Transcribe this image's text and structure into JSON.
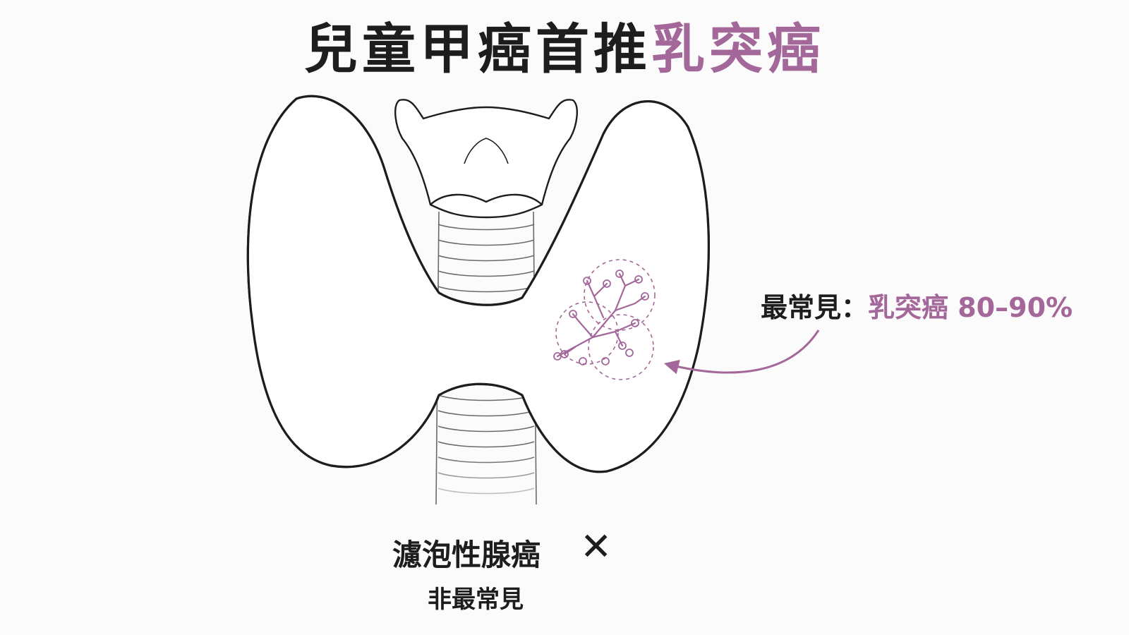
{
  "title": {
    "main": "兒童甲癌首推",
    "accent": "乳突癌"
  },
  "callout": {
    "label": "最常見：",
    "value": "乳突癌 80–90%"
  },
  "secondary": {
    "label": "濾泡性腺癌",
    "mark": "✕",
    "sub": "非最常見"
  },
  "colors": {
    "accent": "#a4679a",
    "ink": "#1d1d1d",
    "background": "#fbfbfb"
  },
  "icons": {
    "mark": "cross-mark",
    "pointer": "curved-arrow"
  }
}
